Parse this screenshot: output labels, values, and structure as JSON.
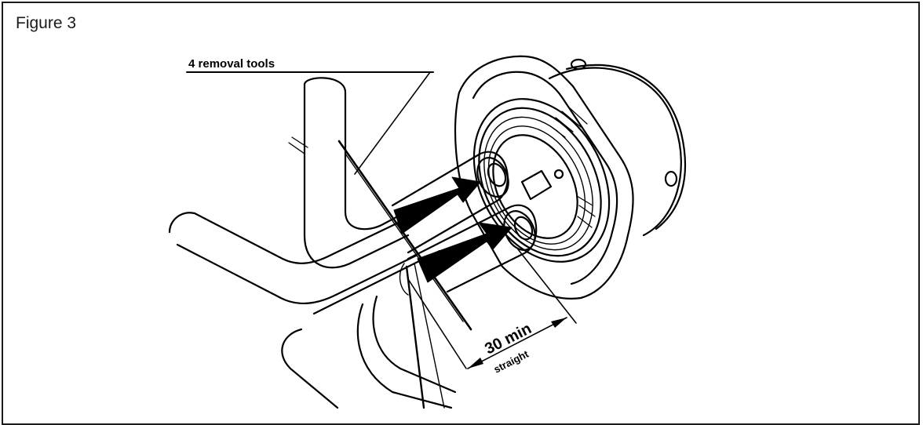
{
  "figure": {
    "title": "Figure 3",
    "callouts": {
      "removal_tools": "4 removal tools",
      "dimension_value": "30 min",
      "dimension_note": "straight"
    },
    "colors": {
      "ink": "#000000",
      "frame": "#1a1a1a",
      "background": "#ffffff"
    }
  }
}
